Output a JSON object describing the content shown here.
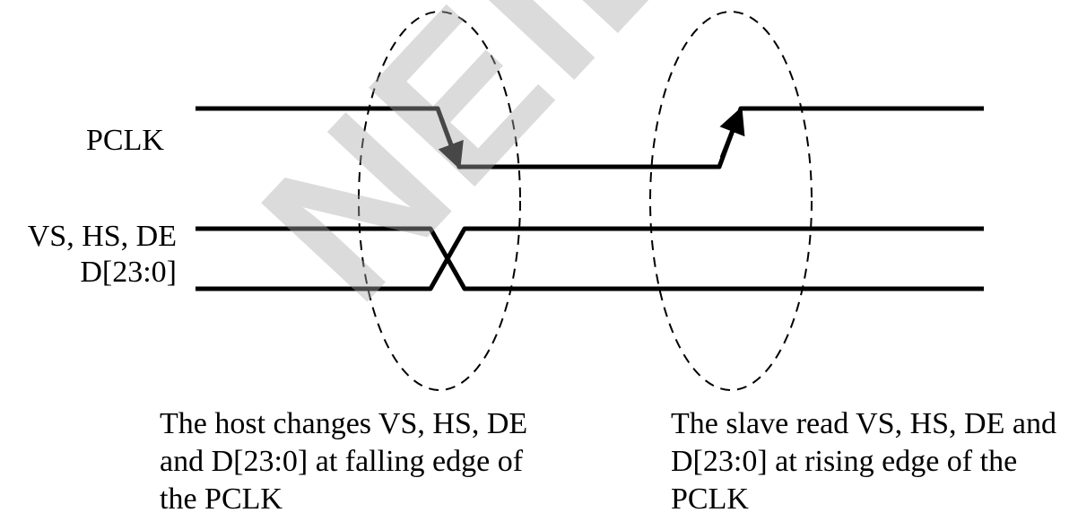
{
  "signals": {
    "pclk_label": "PCLK",
    "data_label_line1": "VS, HS, DE",
    "data_label_line2": "D[23:0]"
  },
  "captions": {
    "host": "The host changes VS, HS, DE and D[23:0] at falling edge of the PCLK",
    "slave": "The slave read VS, HS, DE and D[23:0] at rising edge of the PCLK"
  },
  "watermark": {
    "text": "NEIDEN",
    "color": "#aaaaaa"
  },
  "colors": {
    "line": "#000000",
    "background": "#ffffff"
  }
}
